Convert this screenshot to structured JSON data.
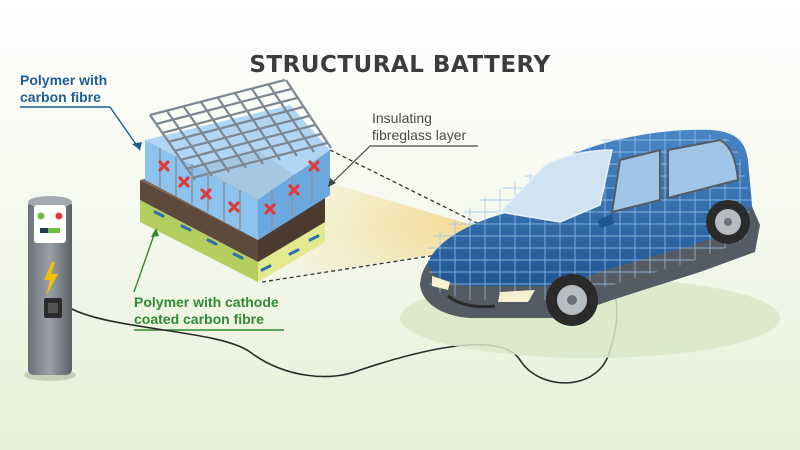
{
  "title": "STRUCTURAL BATTERY",
  "labels": {
    "polymer_carbon_fibre": [
      "Polymer with",
      "carbon fibre"
    ],
    "insulating_layer": [
      "Insulating",
      "fibreglass layer"
    ],
    "polymer_cathode": [
      "Polymer with cathode",
      "coated carbon fibre"
    ]
  },
  "colors": {
    "carbon_layer_blue": "#7bb6e8",
    "separator_brown": "#5e4a3c",
    "cathode_layer_green": "#b6d46a",
    "car_blue": "#2f6fb2",
    "car_grey": "#5a5f66",
    "label_blue": "#1d5d95",
    "label_green": "#2f8a32",
    "charger_grey": "#7b8085",
    "plus_red": "#e03b3b"
  },
  "icons": {
    "charger": "ev-charger-icon",
    "lightning": "lightning-bolt-icon",
    "car": "electric-car-icon",
    "plus": "positive-ion-icon"
  }
}
